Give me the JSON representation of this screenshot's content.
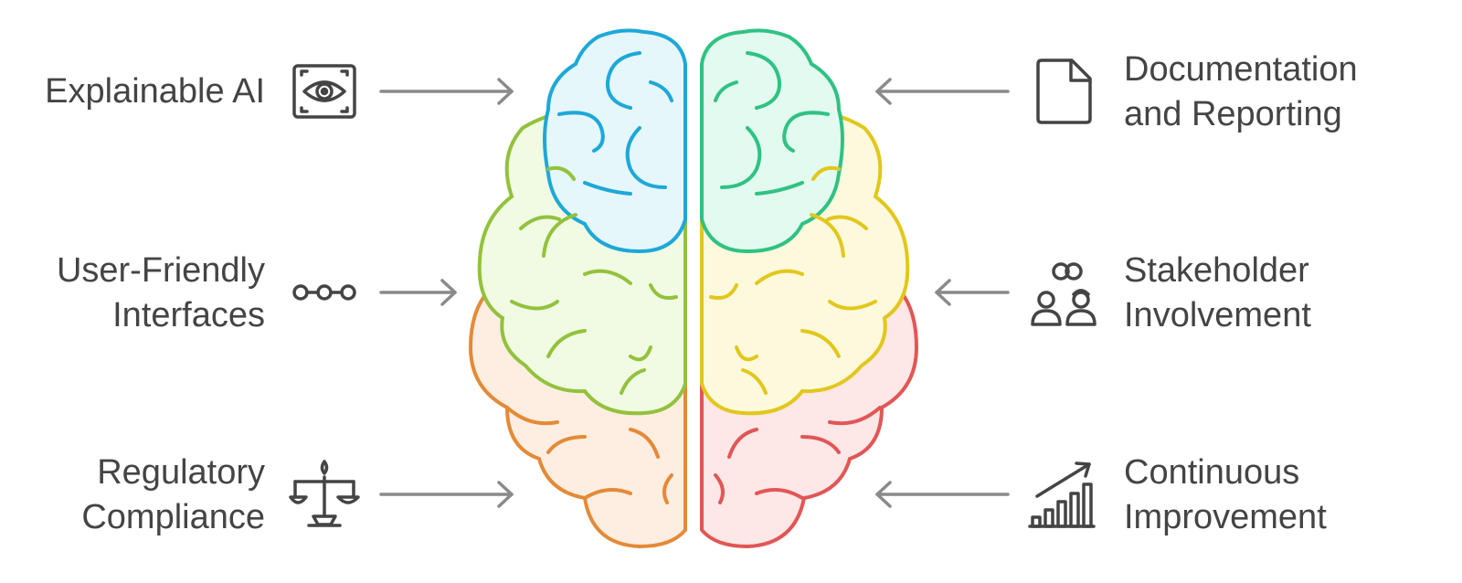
{
  "colors": {
    "blue": "#1da8d8",
    "blue_fill": "#e6f7fc",
    "green": "#2fc283",
    "green_fill": "#e3faf0",
    "lime": "#92c23c",
    "lime_fill": "#f1fbe3",
    "yellow": "#e2c71b",
    "yellow_fill": "#fdf9dc",
    "orange": "#e48a37",
    "orange_fill": "#fdeee1",
    "red": "#e25656",
    "red_fill": "#fde7e7",
    "text": "#444444",
    "arrow": "#8a8a8a"
  },
  "left_items": [
    {
      "lines": [
        "Explainable AI"
      ],
      "icon": "eye-scan-icon"
    },
    {
      "lines": [
        "User-Friendly",
        "Interfaces"
      ],
      "icon": "connected-nodes-icon"
    },
    {
      "lines": [
        "Regulatory",
        "Compliance"
      ],
      "icon": "balance-scale-icon"
    }
  ],
  "right_items": [
    {
      "lines": [
        "Documentation",
        "and Reporting"
      ],
      "icon": "document-icon"
    },
    {
      "lines": [
        "Stakeholder",
        "Involvement"
      ],
      "icon": "people-link-icon"
    },
    {
      "lines": [
        "Continuous",
        "Improvement"
      ],
      "icon": "growth-chart-icon"
    }
  ]
}
